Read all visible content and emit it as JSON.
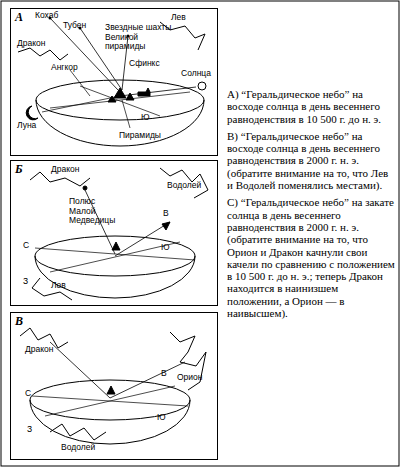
{
  "diagram": {
    "nodes": [
      {
        "text": [
          "А",
          "Кохаб",
          "Тубен",
          "Дракон",
          "Звездные шахты Великой пирамиды",
          "Лев",
          "Солнца",
          "Ангкор",
          "Сфинкс",
          "Луна",
          "Ю",
          "Пирамиды"
        ]
      },
      {
        "text": [
          "Б",
          "Дракон",
          "Полюс Малой Медведицы",
          "Водолей",
          "В",
          "С",
          "Ю",
          "З",
          "Лев"
        ]
      },
      {
        "text": [
          "В",
          "Дракон",
          "Орион",
          "С",
          "В",
          "З",
          "Ю",
          "Водолей"
        ]
      }
    ],
    "labels": [
      "A) “Геральдическое небо” на восходе солнца в день весеннего равноденствия в 10 500 г. до н. э.",
      "B) “Геральдическое небо” на восходе солнца в день весеннего равноденствия в 2000 г. н. э. (обратите внимание на то, что Лев и Водолей поменялись местами).",
      "C) “Геральдическое небо” на закате солнца в день весеннего равноденствия в 2000 г. н. э. (обратите внимание на то, что Орион и Дракон качнули свои качели по сравнению с положением в 10 500 г. до н. э.; теперь Дракон находится в наинизшем положении, а Орион — в наивысшем)."
    ]
  }
}
